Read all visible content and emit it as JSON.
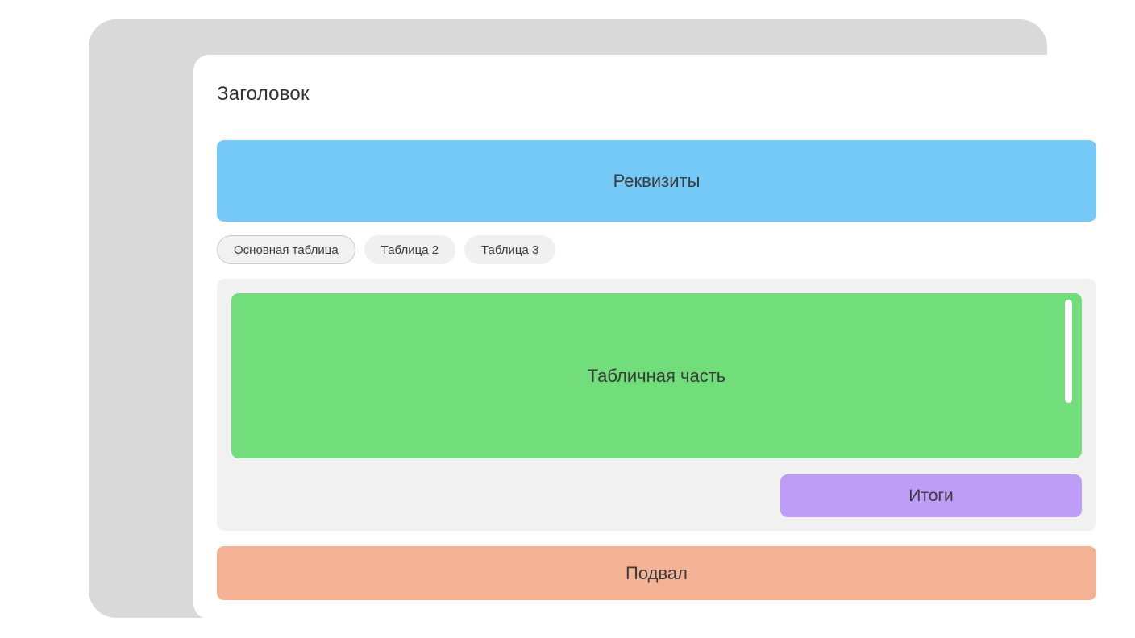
{
  "window": {
    "bezel_color": "#d9d9d9",
    "card_color": "#ffffff"
  },
  "page_title": "Заголовок",
  "sections": {
    "requisites": {
      "label": "Реквизиты",
      "color": "#74c9f6"
    },
    "table_part": {
      "label": "Табличная часть",
      "color": "#72de7b",
      "container_color": "#f1f1f1",
      "scrollbar": {
        "name": "vertical-scrollbar",
        "thumb_color": "#ffffff"
      }
    },
    "totals": {
      "label": "Итоги",
      "color": "#be9df8"
    },
    "footer": {
      "label": "Подвал",
      "color": "#f4b294"
    }
  },
  "tabs": [
    {
      "label": "Основная таблица",
      "active": true
    },
    {
      "label": "Таблица 2",
      "active": false
    },
    {
      "label": "Таблица 3",
      "active": false
    }
  ]
}
